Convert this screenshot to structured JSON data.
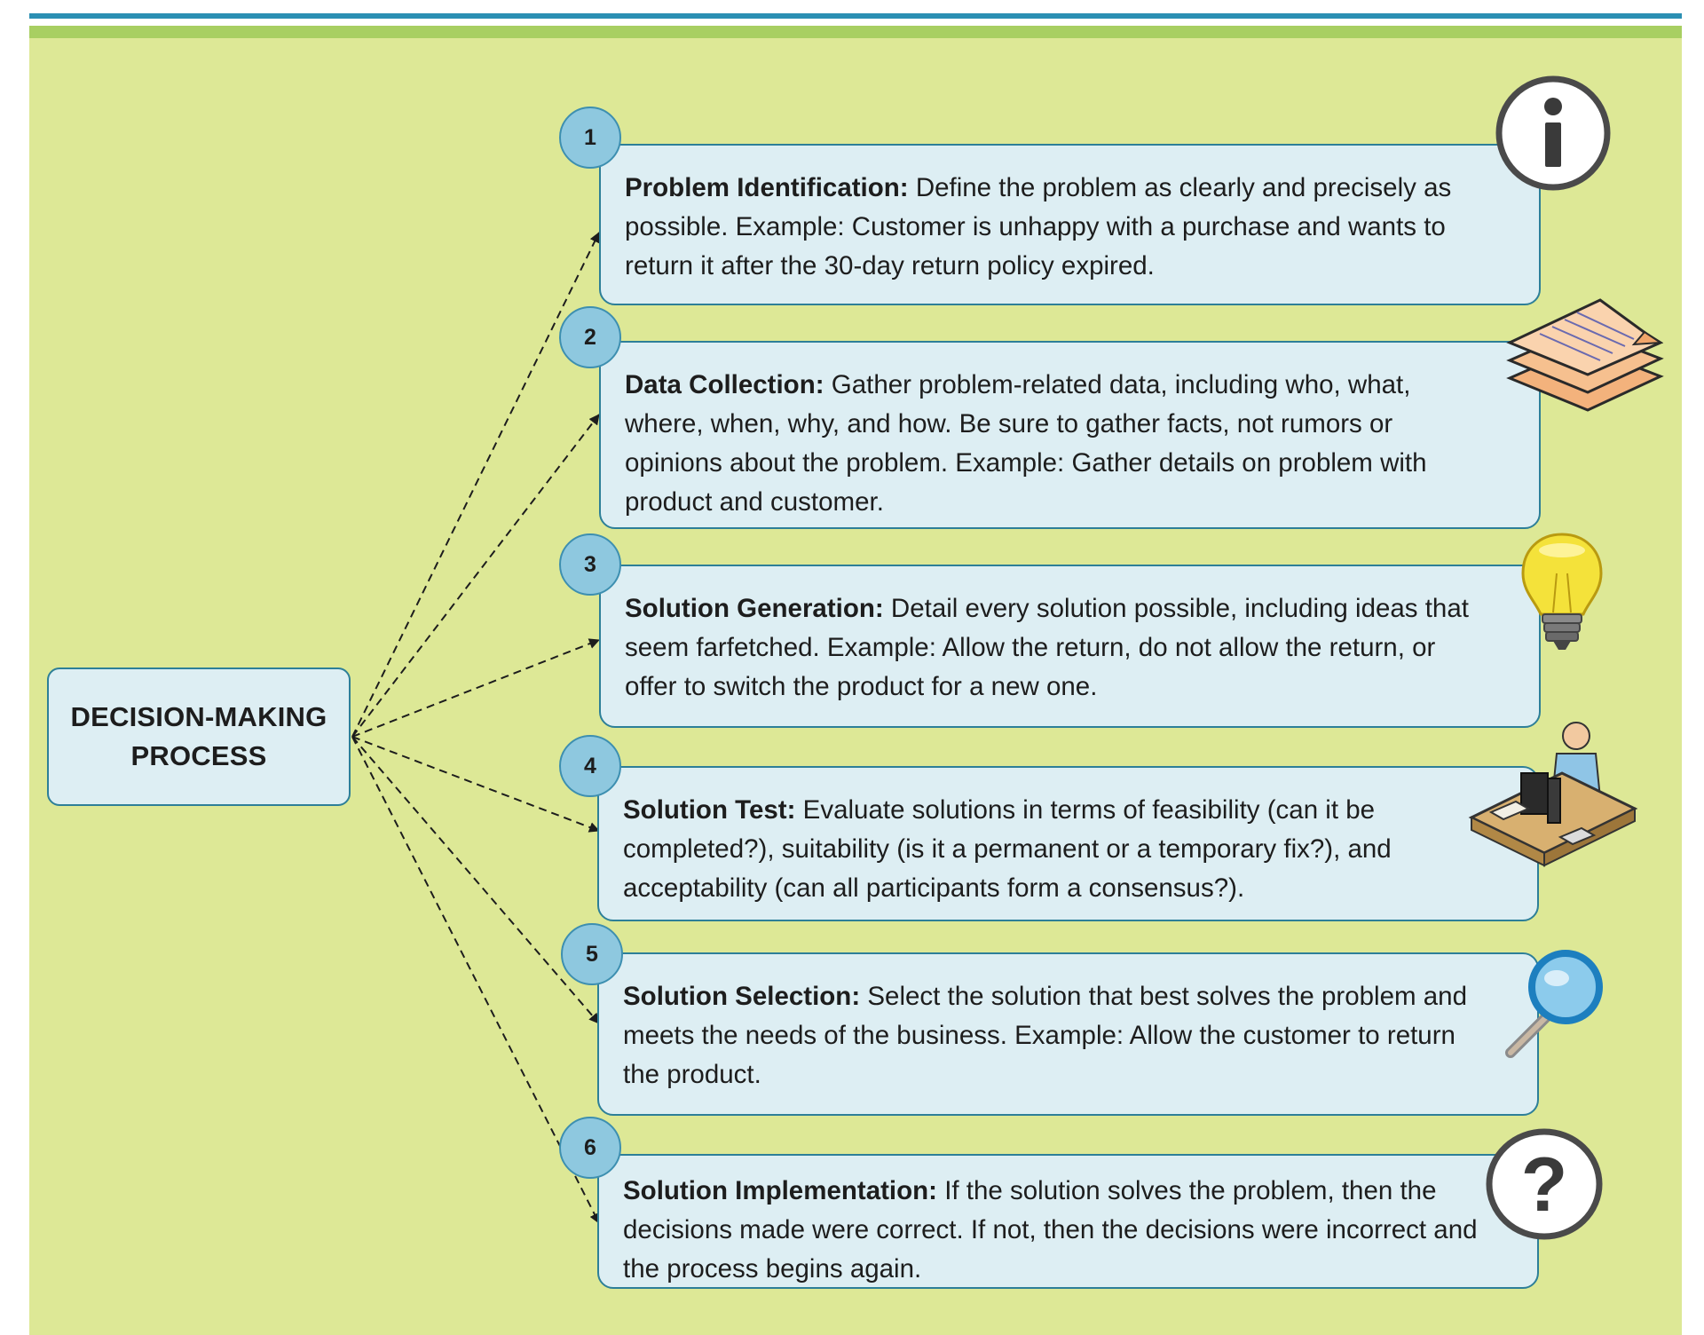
{
  "diagram": {
    "source_label": "DECISION-MAKING\nPROCESS",
    "steps": [
      {
        "number": "1",
        "title": "Problem Identification:",
        "text": "Define the problem as clearly and precisely as possible. Example: Customer is unhappy with a purchase and wants to return it after the 30-day return policy expired.",
        "icon": "info-icon"
      },
      {
        "number": "2",
        "title": "Data Collection:",
        "text": "Gather problem-related data, including who, what, where, when, why, and how. Be sure to gather facts, not rumors or opinions about the problem. Example: Gather details on problem with product and customer.",
        "icon": "papers-stack-icon"
      },
      {
        "number": "3",
        "title": "Solution Generation:",
        "text": "Detail every solution possible, including ideas that seem farfetched. Example: Allow the return, do not allow the return, or offer to switch the product for a new one.",
        "icon": "lightbulb-icon"
      },
      {
        "number": "4",
        "title": "Solution Test:",
        "text": "Evaluate solutions in terms of feasibility (can it be completed?), suitability (is it a permanent or a temporary fix?), and acceptability (can all participants form a consensus?).",
        "icon": "person-at-desk-icon"
      },
      {
        "number": "5",
        "title": "Solution Selection:",
        "text": "Select the solution that best solves the problem and meets the needs of the business. Example: Allow the customer to return the product.",
        "icon": "magnifying-glass-icon"
      },
      {
        "number": "6",
        "title": "Solution Implementation:",
        "text": "If the solution solves the problem, then the decisions made were correct.  If not, then the decisions were incorrect and the process begins again.",
        "icon": "question-mark-icon"
      }
    ],
    "colors": {
      "background": "#dde896",
      "top_rule": "#2b8fb3",
      "top_stripe": "#a8cf62",
      "box_fill": "#ddeef3",
      "box_border": "#2d7f98",
      "badge_fill": "#8ec8df",
      "arrow": "#1d1d1d"
    }
  }
}
